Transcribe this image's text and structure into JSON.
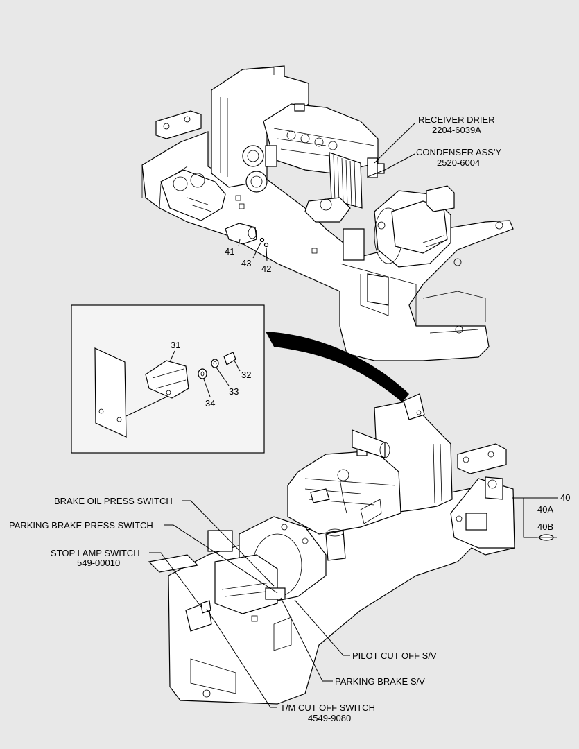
{
  "labels": {
    "receiver_drier": "RECEIVER DRIER",
    "receiver_drier_pn": "2204-6039A",
    "condenser": "CONDENSER ASS'Y",
    "condenser_pn": "2520-6004",
    "brake_oil": "BRAKE OIL PRESS SWITCH",
    "parking_press": "PARKING BRAKE PRESS SWITCH",
    "stop_lamp": "STOP LAMP SWITCH",
    "stop_lamp_pn": "549-00010",
    "pilot_cut": "PILOT CUT OFF S/V",
    "parking_sv": "PARKING BRAKE S/V",
    "tm_cut": "T/M CUT OFF SWITCH",
    "tm_cut_pn": "4549-9080"
  },
  "callouts": {
    "n31": "31",
    "n32": "32",
    "n33": "33",
    "n34": "34",
    "n40": "40",
    "n40a": "40A",
    "n40b": "40B",
    "n41": "41",
    "n42": "42",
    "n43": "43"
  }
}
